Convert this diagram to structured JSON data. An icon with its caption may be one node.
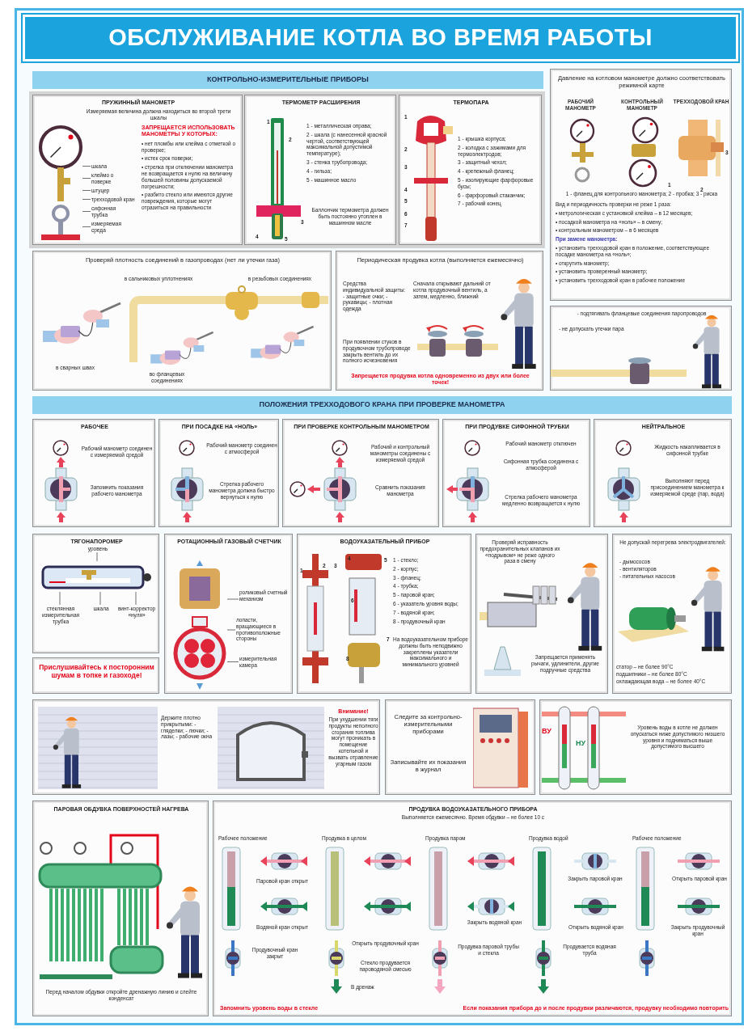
{
  "diagram": {
    "title": "ОБСЛУЖИВАНИЕ КОТЛА ВО ВРЕМЯ РАБОТЫ",
    "nodes": [
      {
        "text": [
          "КОНТРОЛЬНО-ИЗМЕРИТЕЛЬНЫЕ ПРИБОРЫ"
        ]
      },
      {
        "text": [
          "ПРУЖИННЫЙ МАНОМЕТР",
          "Измеряемая величина должна находиться во второй трети шкалы",
          "ЗАПРЕЩАЕТСЯ ИСПОЛЬЗОВАТЬ МАНОМЕТРЫ У КОТОРЫХ:",
          "• нет пломбы или клейма с отметкой о проверке;",
          "• истек срок поверки;",
          "• стрелка при отключении манометра не возвращается к нулю на величину большей половины допускаемой погрешности;",
          "• разбито стекло или имеются другие повреждения, которые могут отразиться на правильности"
        ]
      },
      {
        "text": [],
        "shape": "picture",
        "in": 1
      },
      {
        "text": [
          "шкала"
        ],
        "in": 1
      },
      {
        "text": [
          "клеймо о поверке"
        ],
        "in": 1
      },
      {
        "text": [
          "штуцер"
        ],
        "in": 1
      },
      {
        "text": [
          "трехходовой кран"
        ],
        "in": 1
      },
      {
        "text": [
          "сифонная трубка"
        ],
        "in": 1
      },
      {
        "text": [
          "измеряемая среда"
        ],
        "in": 1
      },
      {
        "text": [
          "ТЕРМОМЕТР РАСШИРЕНИЯ",
          "1 - металлическая оправа;",
          "2 - шкала (с нанесенной красной чертой, соответствующей максимальной допустимой температуре);",
          "3 - стенка трубопровода;",
          "4 - гильза;",
          "5 - машинное масло",
          "Баллончик термометра должен быть постоянно утоплен в машинном масле"
        ]
      },
      {
        "text": [
          "ТЕРМОПАРА",
          "1 - крышка корпуса;",
          "2 - колодка с зажимами для термоэлектродов;",
          "3 - защитный чехол;",
          "4 - крепежный фланец;",
          "5 - изолирующие фарфоровые бусы;",
          "6 - фарфоровый стаканчик;",
          "7 - рабочий конец"
        ]
      },
      {
        "text": [
          "Давление на котловом манометре должно соответствовать режимной карте",
          "РАБОЧИЙ МАНОМЕТР",
          "КОНТРОЛЬНЫЙ МАНОМЕТР",
          "ТРЕХХОДОВОЙ КРАН",
          "1 - фланец для контрольного манометра; 2 - пробка; 3 - риска",
          "Вид и периодичность проверки не реже 1 раза:",
          "• метрологическая с установкой клейма – в 12 месяцев;",
          "• посадкой манометра на «ноль» – в смену;",
          "• контрольным манометром – в 6 месяцев",
          "При замене манометра:",
          "• установить трехходовой кран в положение, соответствующее посадке манометра на «ноль»;",
          "• открутить манометр;",
          "• установить проверенный манометр;",
          "• установить трехходовой кран в рабочее положение"
        ]
      },
      {
        "text": [
          "Проверяй плотность соединений в газопроводах (нет ли утечки газа)",
          "в сальниковых уплотнениях",
          "в резьбовых соединениях",
          "в сварных швах",
          "во фланцевых соединениях"
        ]
      },
      {
        "text": [
          "Периодическая продувка котла (выполняется ежемесячно)",
          "Средства индивидуальной защиты: - защитные очки; - рукавицы; - плотная одежда",
          "Сначала открывают дальний от котла продувочный вентиль, а затем, медленно, ближний",
          "При появлении стуков в продувочном трубопроводе закрыть вентиль до их полного исчезновения",
          "Запрещается продувка котла одновременно из двух или более точек!"
        ]
      },
      {
        "text": [
          "- подтягивать фланцевые соединения паропроводов",
          "- не допускать утечки пара"
        ]
      },
      {
        "text": [
          "ПОЛОЖЕНИЯ ТРЕХХОДОВОГО КРАНА ПРИ ПРОВЕРКЕ МАНОМЕТРА"
        ]
      },
      {
        "text": [
          "РАБОЧЕЕ",
          "Рабочий манометр соединен с измеряемой средой",
          "Запомнить показания рабочего манометра"
        ]
      },
      {
        "text": [
          "ПРИ ПОСАДКЕ НА «НОЛЬ»",
          "Рабочий манометр соединен с атмосферой",
          "Стрелка рабочего манометра должна быстро вернуться к нулю"
        ]
      },
      {
        "text": [
          "ПРИ ПРОВЕРКЕ КОНТРОЛЬНЫМ МАНОМЕТРОМ",
          "Рабочий и контрольный манометры соединены с измеряемой средой",
          "Сравнить показания манометра"
        ]
      },
      {
        "text": [
          "ПРИ ПРОДУВКЕ СИФОННОЙ ТРУБКИ",
          "Рабочий манометр отключен",
          "Сифонная трубка соединена с атмосферой",
          "Стрелка рабочего манометра медленно возвращается к нулю"
        ]
      },
      {
        "text": [
          "НЕЙТРАЛЬНОЕ",
          "Жидкость накапливается в сифонной трубке",
          "Выполняют перед присоединением манометра к измеряемой среде (пар, вода)"
        ]
      },
      {
        "text": [
          "ТЯГОНАПОРОМЕР"
        ]
      },
      {
        "text": [],
        "shape": "picture",
        "in": 21
      },
      {
        "text": [
          "уровень"
        ],
        "in": 21
      },
      {
        "text": [
          "стеклянная измерительная трубка"
        ],
        "in": 21
      },
      {
        "text": [
          "шкала"
        ],
        "in": 21
      },
      {
        "text": [
          "винт-корректор «нуля»"
        ],
        "in": 21
      },
      {
        "text": [
          "Прислушивайтесь к посторонним шумам в топке и газоходе!"
        ]
      },
      {
        "text": [
          "РОТАЦИОННЫЙ ГАЗОВЫЙ СЧЕТЧИК"
        ]
      },
      {
        "text": [],
        "shape": "picture",
        "in": 28
      },
      {
        "text": [
          "роликовый счетный механизм"
        ],
        "in": 28
      },
      {
        "text": [
          "лопасти, вращающиеся в противоположные стороны"
        ],
        "in": 28
      },
      {
        "text": [
          "измерительная камера"
        ],
        "in": 28
      },
      {
        "text": [
          "ВОДОУКАЗАТЕЛЬНЫЙ ПРИБОР",
          "1 - стекло;",
          "2 - корпус;",
          "3 - фланец;",
          "4 - трубка;",
          "5 - паровой кран;",
          "6 - указатель уровня воды;",
          "7 - водяной кран;",
          "8 - продувочный кран",
          "На водоуказательном приборе должны быть неподвижно закреплены указатели максимального и минимального уровней"
        ]
      },
      {
        "text": [
          "Проверяй исправность предохранительных клапанов их «подрывом» не реже одного раза в смену",
          "Запрещается применять рычаги, удлинители, другие подручные средства"
        ]
      },
      {
        "text": [
          "Не допускай перегрева электродвигателей:",
          "- дымососов",
          "- вентиляторов",
          "- питательных насосов",
          "статор – не более 90°С",
          "подшипники – не более 80°С",
          "охлаждающая вода – не более 40°С"
        ]
      },
      {
        "text": [
          "Держите плотно прикрытыми: - гляделки; - лючки; - лазы; - рабочие окна",
          "Внимание!",
          "При ухудшении тяги продукты неполного сгорания топлива могут проникать в помещение котельной и вызвать отравление угарным газом"
        ]
      },
      {
        "text": [
          "Следите за контрольно-измерительными приборами",
          "Записывайте их показания в журнал"
        ]
      },
      {
        "text": [
          "Уровень воды в котле не должен опускаться ниже допустимого низшего уровня и подниматься выше допустимого высшего"
        ]
      },
      {
        "text": [
          "ПАРОВАЯ ОБДУВКА ПОВЕРХНОСТЕЙ НАГРЕВА",
          "Перед началом обдувки откройте дренажную линию и слейте конденсат"
        ]
      },
      {
        "text": [
          "ПРОДУВКА ВОДОУКАЗАТЕЛЬНОГО ПРИБОРА",
          "Выполняется ежемесячно. Время обдувки – не более 10 с",
          "Рабочее положение",
          "Продувка в целом",
          "Продувка паром",
          "Продувка водой",
          "Рабочее положение",
          "Паровой кран открыт",
          "Водяной кран открыт",
          "Продувочный кран закрыт",
          "Открыть продувочный кран",
          "Стекло продувается пароводяной смесью",
          "В дренаж",
          "Закрыть водяной кран",
          "Продувка паровой трубы и стекла",
          "Закрыть паровой кран",
          "Открыть водяной кран",
          "Продувается водяная труба",
          "Открыть паровой кран",
          "Закрыть продувочный кран",
          "Запомнить уровень воды в стекле",
          "Если показания прибора до и после продувки различаются, продувку необходимо повторить"
        ]
      }
    ],
    "edges": [
      {
        "from": 3,
        "to": 2,
        "arrow": "none"
      },
      {
        "from": 4,
        "to": 2,
        "arrow": "none"
      },
      {
        "from": 5,
        "to": 2,
        "arrow": "none"
      },
      {
        "from": 6,
        "to": 2,
        "arrow": "none"
      },
      {
        "from": 7,
        "to": 2,
        "arrow": "none"
      },
      {
        "from": 8,
        "to": 2,
        "arrow": "none"
      },
      {
        "from": 23,
        "to": 22,
        "arrow": "none"
      },
      {
        "from": 24,
        "to": 22,
        "arrow": "none"
      },
      {
        "from": 25,
        "to": 22,
        "arrow": "none"
      },
      {
        "from": 26,
        "to": 22,
        "arrow": "none"
      },
      {
        "from": 30,
        "to": 29,
        "arrow": "none"
      },
      {
        "from": 31,
        "to": 29,
        "arrow": "none"
      },
      {
        "from": 32,
        "to": 29,
        "arrow": "none"
      }
    ],
    "labels": [
      "1",
      "2",
      "3",
      "4",
      "5",
      "1",
      "2",
      "3",
      "4",
      "5",
      "6",
      "7",
      "1",
      "2",
      "3",
      "1",
      "2",
      "3",
      "4",
      "5",
      "6",
      "7",
      "8",
      "ВУ",
      "НУ"
    ]
  }
}
